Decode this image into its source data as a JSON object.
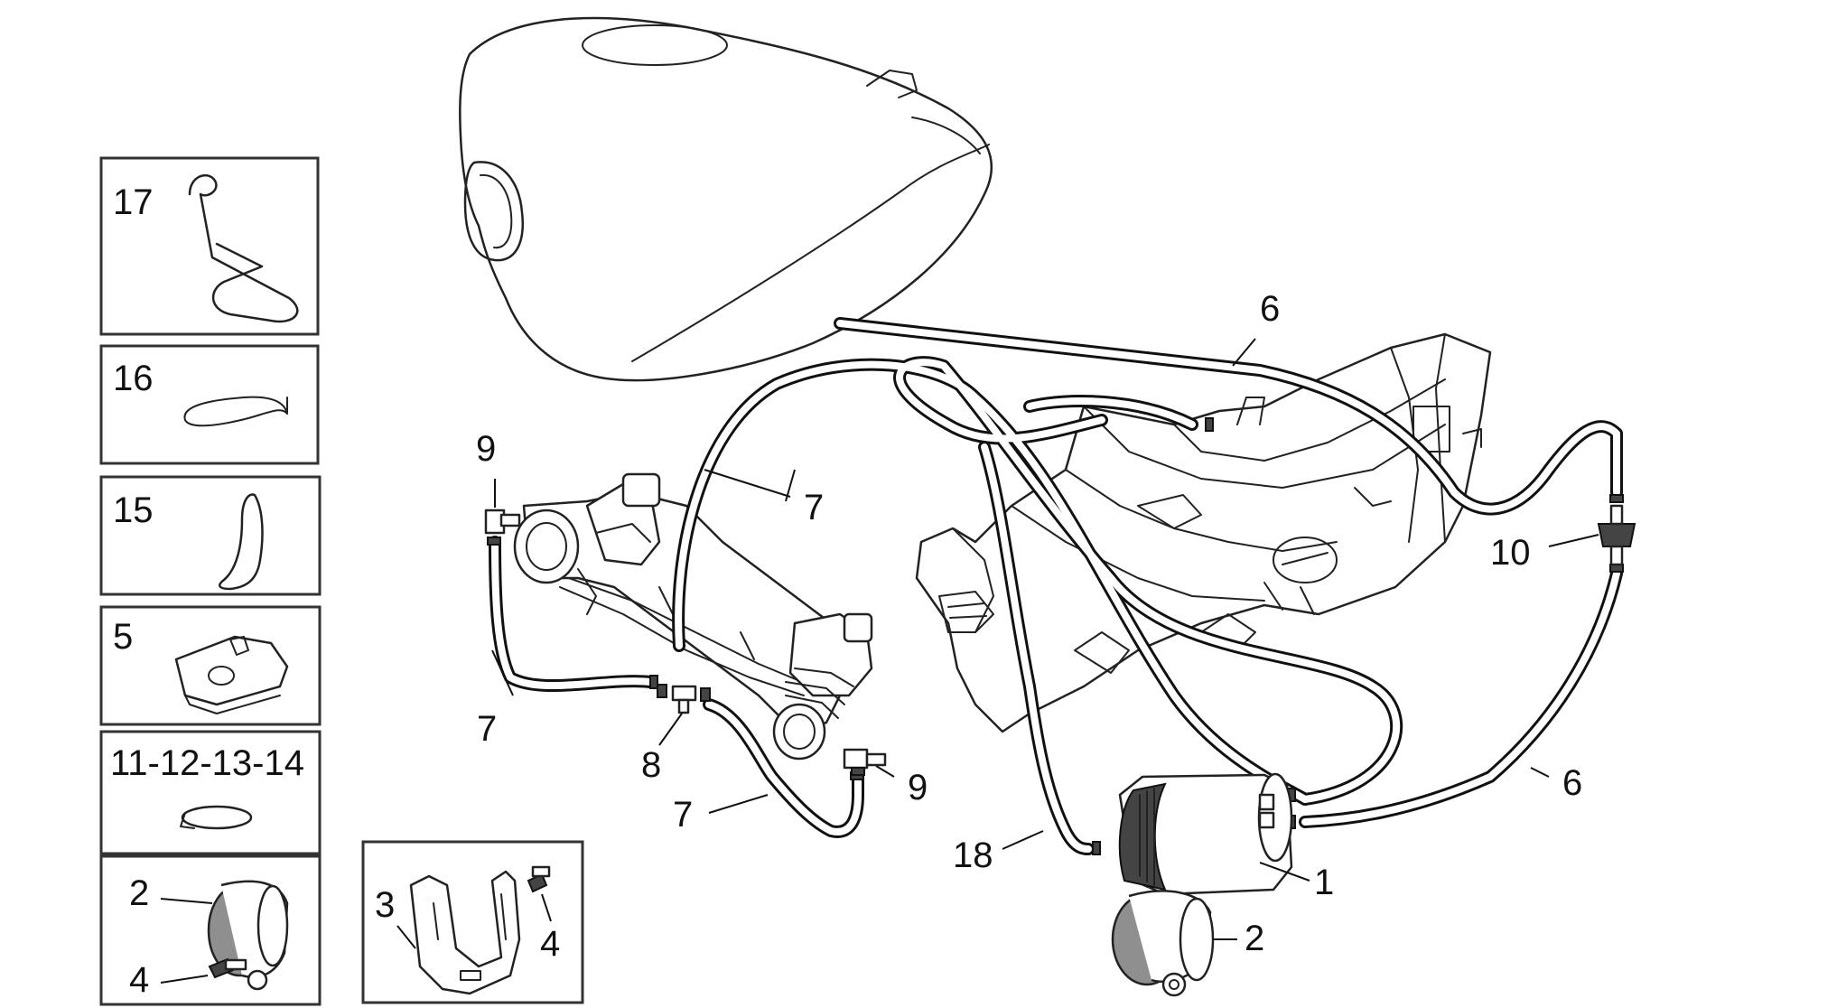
{
  "callouts": {
    "c6_top": "6",
    "c7_upper": "7",
    "c9_left": "9",
    "c10": "10",
    "c7_left": "7",
    "c8": "8",
    "c9_right": "9",
    "c7_lower": "7",
    "c6_right": "6",
    "c18": "18",
    "c1": "1",
    "c2_main": "2",
    "c3": "3",
    "c4_bracket": "4"
  },
  "detail_boxes": {
    "b17": "17",
    "b16": "16",
    "b15": "15",
    "b5": "5",
    "b11_14": "11-12-13-14",
    "b2": "2",
    "b4": "4"
  }
}
